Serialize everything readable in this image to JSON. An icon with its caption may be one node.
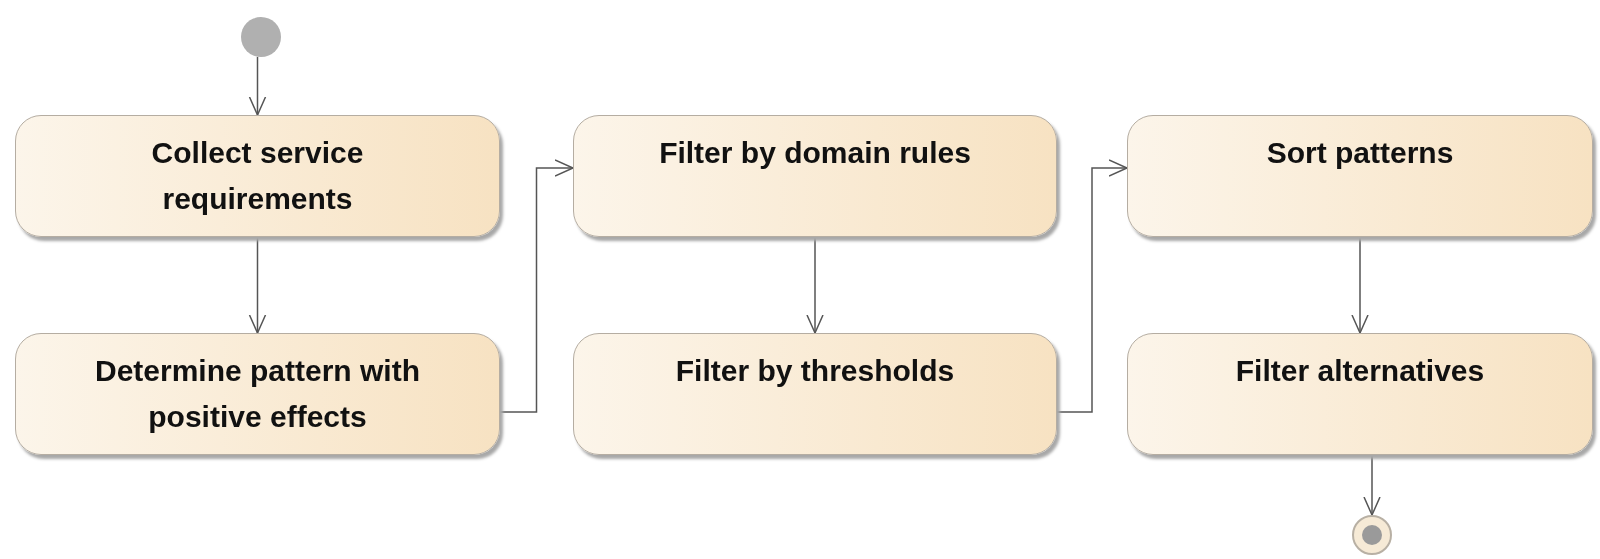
{
  "diagram": {
    "nodes": [
      {
        "text": [],
        "shape": "circle"
      },
      {
        "text": [
          "Collect service requirements"
        ]
      },
      {
        "text": [
          "Determine pattern with positive effects"
        ]
      },
      {
        "text": [
          "Filter by domain rules"
        ]
      },
      {
        "text": [
          "Filter by thresholds"
        ]
      },
      {
        "text": [
          "Sort patterns"
        ]
      },
      {
        "text": [
          "Filter alternatives"
        ]
      },
      {
        "text": [],
        "shape": "circle"
      }
    ],
    "edges": [
      {
        "from": 0,
        "to": 1,
        "arrow": "to"
      },
      {
        "from": 1,
        "to": 2,
        "arrow": "to"
      },
      {
        "from": 2,
        "to": 3,
        "arrow": "to"
      },
      {
        "from": 3,
        "to": 4,
        "arrow": "to"
      },
      {
        "from": 4,
        "to": 5,
        "arrow": "to"
      },
      {
        "from": 5,
        "to": 6,
        "arrow": "to"
      },
      {
        "from": 6,
        "to": 7,
        "arrow": "to"
      }
    ]
  }
}
